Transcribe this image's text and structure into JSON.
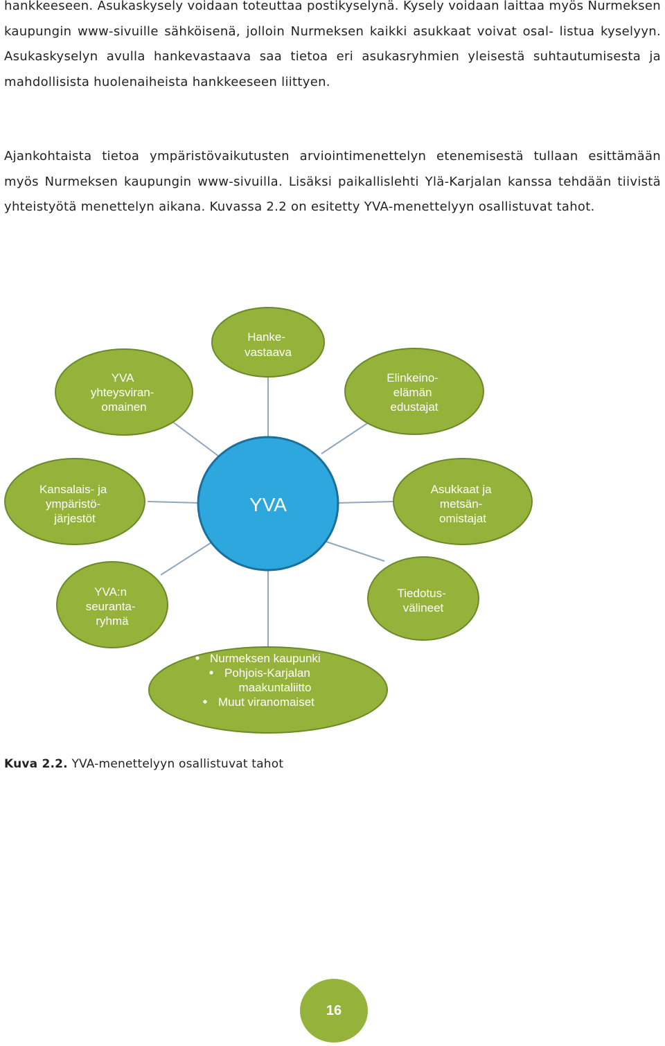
{
  "paragraphs": [
    "hankkeeseen. Asukaskysely voidaan toteuttaa postikyselynä. Kysely voidaan laittaa myös Nurmeksen kaupungin www-sivuille sähköisenä, jolloin Nurmeksen kaikki asukkaat voivat osal- listua kyselyyn. Asukaskyselyn avulla hankevastaava saa tietoa eri asukasryhmien yleisestä suhtautumisesta ja mahdollisista huolenaiheista hankkeeseen liittyen.",
    "Ajankohtaista tietoa ympäristövaikutusten arviointimenettelyn etenemisestä tullaan esittämään myös Nurmeksen kaupungin www-sivuilla. Lisäksi paikallislehti Ylä-Karjalan kanssa tehdään tiivistä yhteistyötä menettelyn aikana. Kuvassa 2.2 on esitetty YVA-menettelyyn osallistuvat tahot."
  ],
  "diagram": {
    "center": "YVA",
    "nodes": {
      "hankevastaava": [
        "Hanke-",
        "vastaava"
      ],
      "yhteysviranomainen": [
        "YVA",
        "yhteysviran-",
        "omainen"
      ],
      "elinkeinoelama": [
        "Elinkeino-",
        "elämän",
        "edustajat"
      ],
      "kansalaisjarjestot": [
        "Kansalais- ja",
        "ympäristö-",
        "järjestöt"
      ],
      "asukkaat": [
        "Asukkaat ja",
        "metsän-",
        "omistajat"
      ],
      "seurantaryhma": [
        "YVA:n",
        "seuranta-",
        "ryhmä"
      ],
      "tiedotusvalineet": [
        "Tiedotus-",
        "välineet"
      ],
      "viranomaiset": [
        "Nurmeksen kaupunki",
        "Pohjois-Karjalan",
        "maakuntaliitto",
        "Muut viranomaiset"
      ]
    },
    "colors": {
      "center_fill": "#2ea7df",
      "center_stroke": "#1b6f9c",
      "node_fill": "#95b23a",
      "node_stroke": "#6a8a2a",
      "connector": "#8fa6bd"
    }
  },
  "caption": {
    "label": "Kuva 2.2.",
    "text": "YVA-menettelyyn osallistuvat tahot"
  },
  "page_number": "16"
}
